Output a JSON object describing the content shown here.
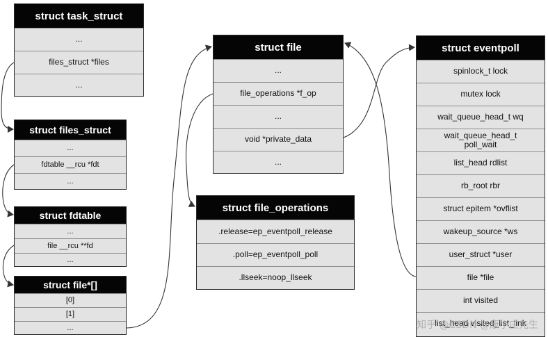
{
  "task_struct": {
    "title": "struct task_struct",
    "fields": [
      "...",
      "files_struct *files",
      "..."
    ]
  },
  "files_struct": {
    "title": "struct files_struct",
    "fields": [
      "...",
      "fdtable __rcu *fdt",
      "..."
    ]
  },
  "fdtable": {
    "title": "struct fdtable",
    "fields": [
      "...",
      "file __rcu **fd",
      "..."
    ]
  },
  "file_array": {
    "title": "struct file*[]",
    "fields": [
      "[0]",
      "[1]",
      "..."
    ]
  },
  "file": {
    "title": "struct file",
    "fields": [
      "...",
      "file_operations *f_op",
      "...",
      "void *private_data",
      "..."
    ]
  },
  "file_operations": {
    "title": "struct file_operations",
    "fields": [
      ".release=ep_eventpoll_release",
      ".poll=ep_eventpoll_poll",
      ".llseek=noop_llseek"
    ]
  },
  "eventpoll": {
    "title": "struct eventpoll",
    "fields": [
      "spinlock_t lock",
      "mutex lock",
      "wait_queue_head_t wq",
      "wait_queue_head_t poll_wait",
      "list_head rdlist",
      "rb_root rbr",
      "struct epitem *ovflist",
      "wakeup_source *ws",
      "user_struct *user",
      "file *file",
      "int visited",
      "list_head visited_list_link"
    ]
  },
  "watermark": "知乎 @CSDN @康小庄先生"
}
